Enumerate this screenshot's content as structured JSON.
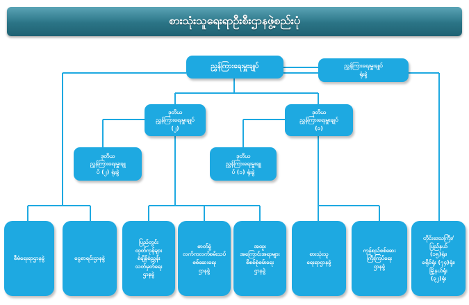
{
  "title": "စားသုံးသူရေးရာဦးစီးဌာနဖွဲ့စည်းပုံ",
  "nodes": {
    "director_general": "ညွှန်ကြားရေးမှူးချုပ်",
    "dg_office": "ညွှန်ကြားရေးမှူးချုပ်\nရုံးခွဲ",
    "ddg_2": "ဒုတိယ\nညွှန်ကြားရေးမှူးချုပ်\n(၂)",
    "ddg_1": "ဒုတိယ\nညွှန်ကြားရေးမှူးချုပ်\n(၁)",
    "ddg_2_office": "ဒုတိယ\nညွှန်ကြားရေးမှူးချု\nပ် (၂) ရုံးခွဲ",
    "ddg_1_office": "ဒုတိယ\nညွှန်ကြားရေးမှူးချု\nပ် (၁) ရုံးခွဲ",
    "admin_division": "စီမံရေးရာဌာနခွဲ",
    "finance_division": "ငွေစာရင်းဌာနခွဲ",
    "div_a": "ပြည်တွင်း\nထုတ်ကုန်များ\nစံချိန်စံညွှန်း\nသတ်မှတ်ရေး\nဌာနခွဲ",
    "div_b": "ဓာတ်ခွဲ\nလက်ကလက်စမ်းသပ်\nစစ်ဆေးရေး\nဌာနခွဲ",
    "div_c": "အထူး\nအကြောင်းအရာများ\nစိစစ်စုံစမ်းရေး\nဌာနခွဲ",
    "consumer_affairs_division": "စားသုံးသူ\nရေးရာဌာနခွဲ",
    "div_d": "ကုန်စည်စစ်ဆေး\nကြီးကြပ်ရေး\nဌာနခွဲ",
    "regional_offices": "တိုင်းဒေသကြီး/\nပြည်နယ်\n(၁၅)ရုံး၊\nခရိုင်ရုံး (၇၄)ရုံး၊\nမြို့နယ်ရုံး\n(၃၂)ရုံး"
  }
}
